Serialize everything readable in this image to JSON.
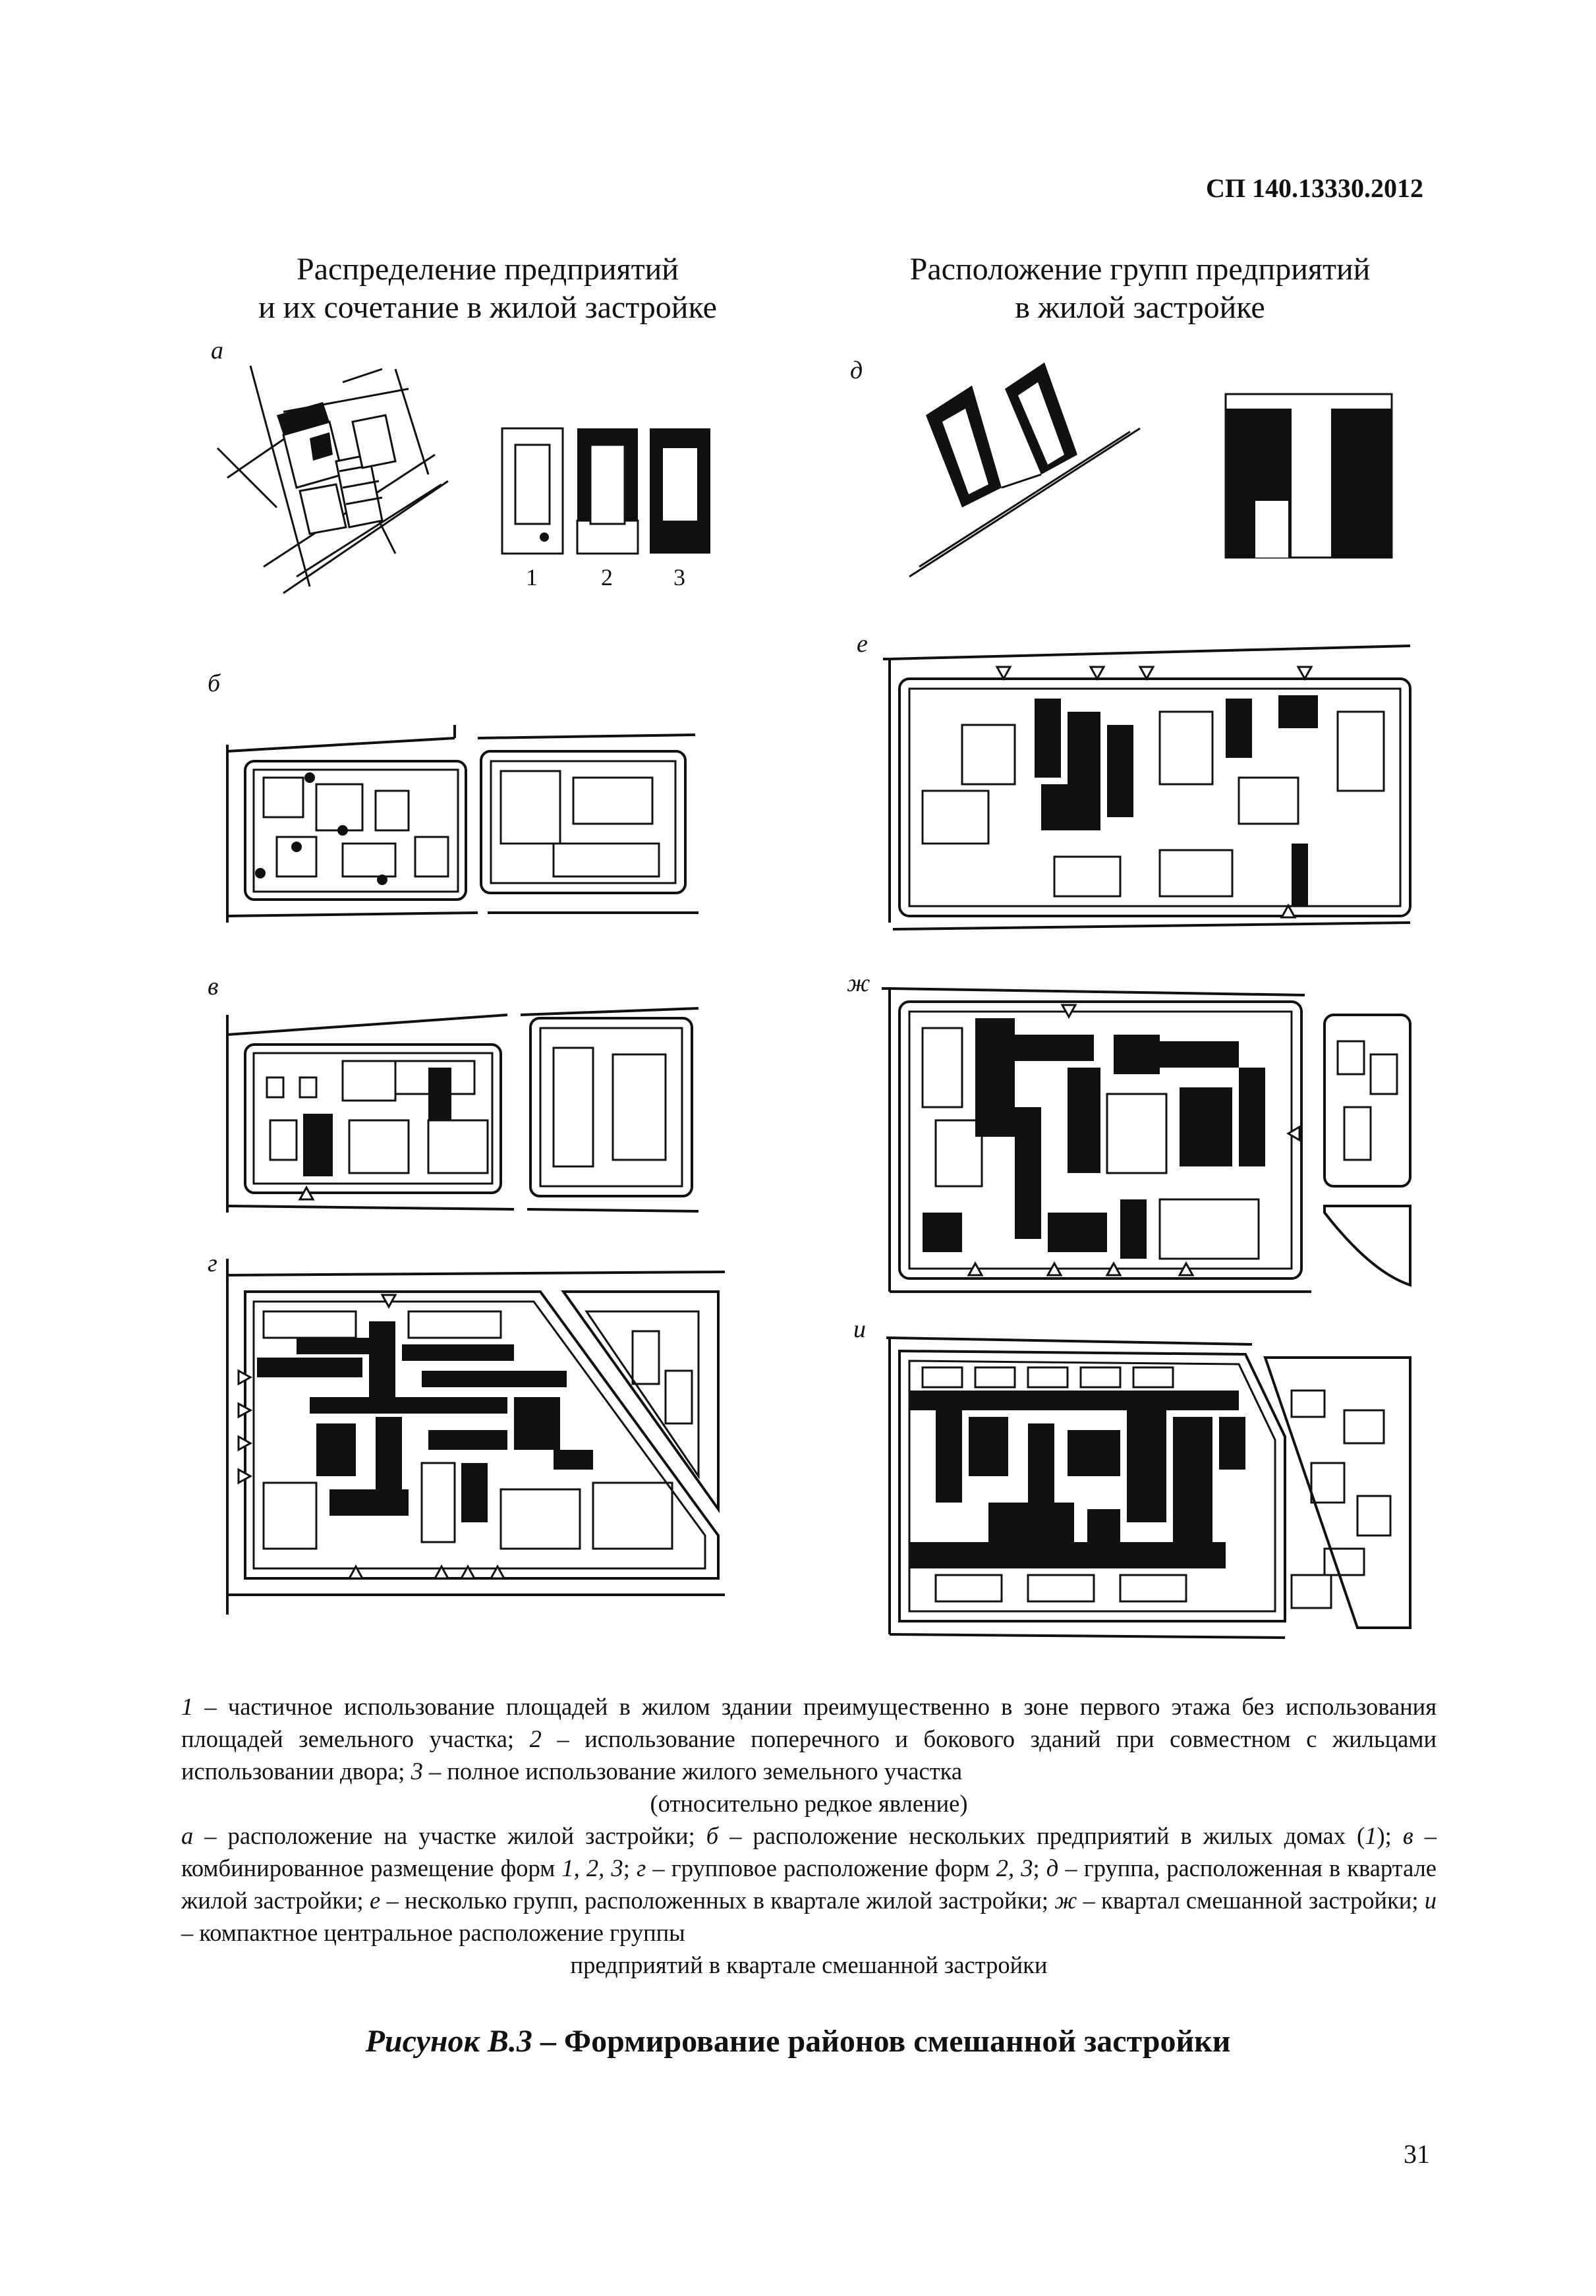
{
  "header": {
    "doc_code": "СП 140.13330.2012"
  },
  "columns": {
    "left_title_line1": "Распределение предприятий",
    "left_title_line2": "и их сочетание в жилой застройке",
    "right_title_line1": "Расположение групп предприятий",
    "right_title_line2": "в жилой застройке"
  },
  "panel_letters": {
    "a": "а",
    "b": "б",
    "v": "в",
    "g": "г",
    "d": "д",
    "e": "е",
    "zh": "ж",
    "i": "и"
  },
  "form_numbers": [
    "1",
    "2",
    "3"
  ],
  "caption": {
    "p1_n1": "1",
    "p1_t1": " – частичное использование площадей в жилом здании преимущественно в зоне первого этажа без использования площадей земельного участка; ",
    "p1_n2": "2",
    "p1_t2": " – использование поперечного и бокового зданий при совместном с жильцами использовании двора; ",
    "p1_n3": "3",
    "p1_t3": " – полное использование жилого земельного участка",
    "p1_last": "(относительно редкое явление)",
    "p2_l1": "а",
    "p2_t1": " – расположение на участке жилой застройки; ",
    "p2_l2": "б",
    "p2_t2": " – расположение нескольких предприятий в жилых домах (",
    "p2_n1": "1",
    "p2_t3": "); ",
    "p2_l3": "в",
    "p2_t4": " – комбинированное размещение форм ",
    "p2_n2": "1, 2, 3",
    "p2_t5": "; ",
    "p2_l4": "г",
    "p2_t6": " – групповое расположение форм ",
    "p2_n3": "2, 3",
    "p2_t7": "; ",
    "p2_l5": "д",
    "p2_t8": " – группа, расположенная в квартале жилой застройки; ",
    "p2_l6": "е",
    "p2_t9": " – несколько групп, расположенных в квартале жилой застройки; ",
    "p2_l7": "ж",
    "p2_t10": " – квартал смешанной застройки; ",
    "p2_l8": "и",
    "p2_t11": " – компактное центральное расположение группы",
    "p2_last": "предприятий в квартале смешанной застройки"
  },
  "figure_title": {
    "label": "Рисунок В.3",
    "dash": " – ",
    "text": "Формирование районов смешанной застройки"
  },
  "page_number": "31"
}
